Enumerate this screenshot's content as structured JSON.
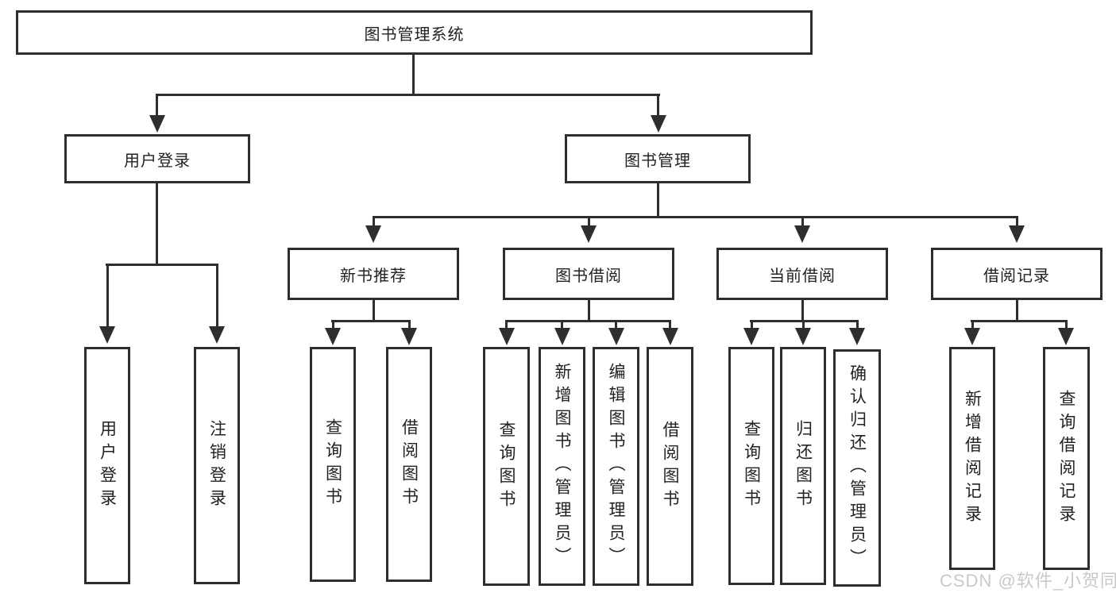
{
  "diagram_title": "图书管理系统",
  "watermark": {
    "text": "CSDN @软件_小贺同学",
    "color": "#c9c9c9"
  },
  "colors": {
    "line": "#2e2e2e",
    "box_border": "#2e2e2e",
    "box_background": "#ffffff",
    "text": "#222222",
    "page_background": "#ffffff",
    "watermark": "#c9c9c9"
  },
  "tree": {
    "label": "图书管理系统",
    "children": [
      {
        "label": "用户登录",
        "children": [
          {
            "label": "用户登录"
          },
          {
            "label": "注销登录"
          }
        ]
      },
      {
        "label": "图书管理",
        "children": [
          {
            "label": "新书推荐",
            "children": [
              {
                "label": "查询图书"
              },
              {
                "label": "借阅图书"
              }
            ]
          },
          {
            "label": "图书借阅",
            "children": [
              {
                "label": "查询图书"
              },
              {
                "label": "新增图书（管理员）"
              },
              {
                "label": "编辑图书（管理员）"
              },
              {
                "label": "借阅图书"
              }
            ]
          },
          {
            "label": "当前借阅",
            "children": [
              {
                "label": "查询图书"
              },
              {
                "label": "归还图书"
              },
              {
                "label": "确认归还（管理员）"
              }
            ]
          },
          {
            "label": "借阅记录",
            "children": [
              {
                "label": "新增借阅记录"
              },
              {
                "label": "查询借阅记录"
              }
            ]
          }
        ]
      }
    ]
  }
}
